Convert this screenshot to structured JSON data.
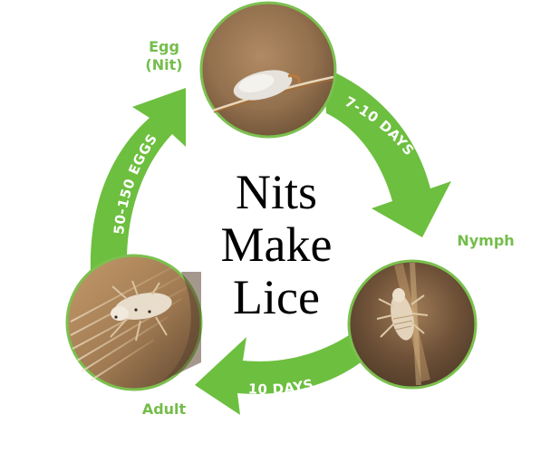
{
  "diagram": {
    "title_lines": [
      "Nits",
      "Make",
      "Lice"
    ],
    "colors": {
      "arrow_green": "#6dbf3f",
      "label_green": "#74bd4b",
      "circle_border": "#7cc04f",
      "title_text": "#000000",
      "photo_brown": "#8a6a47"
    },
    "stages": [
      {
        "id": "egg",
        "label_line1": "Egg",
        "label_line2": "(Nit)",
        "photo": "nit-on-hair-photo"
      },
      {
        "id": "nymph",
        "label": "Nymph",
        "photo": "nymph-louse-photo"
      },
      {
        "id": "adult",
        "label": "Adult",
        "photo": "adult-louse-photo"
      }
    ],
    "arrows": [
      {
        "from": "egg",
        "to": "nymph",
        "label": "7-10 DAYS"
      },
      {
        "from": "nymph",
        "to": "adult",
        "label": "10 DAYS"
      },
      {
        "from": "adult",
        "to": "egg",
        "label": "50-150 EGGS"
      }
    ]
  }
}
